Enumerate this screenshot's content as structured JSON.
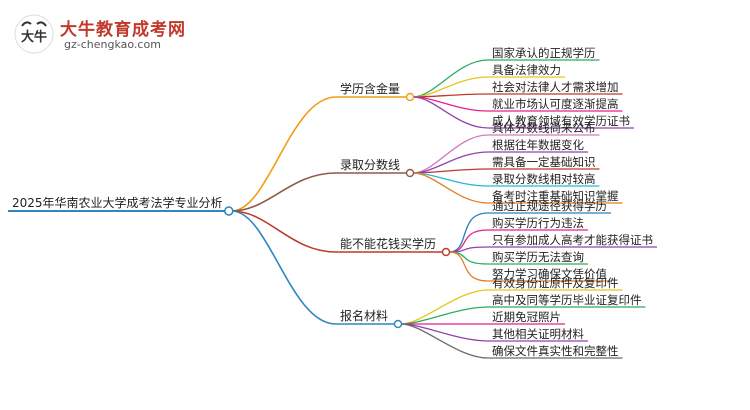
{
  "logo": {
    "site_name": "大牛教育成考网",
    "site_url": "gz-chengkao.com",
    "mascot_text": "大牛",
    "brand_color": "#c0392b"
  },
  "mindmap": {
    "root": "2025年华南农业大学成考法学专业分析",
    "branches": [
      {
        "label": "学历含金量",
        "color": "#f39c12",
        "items": [
          {
            "label": "国家承认的正规学历",
            "color": "#27ae60"
          },
          {
            "label": "具备法律效力",
            "color": "#e6c619"
          },
          {
            "label": "社会对法律人才需求增加",
            "color": "#c0392b"
          },
          {
            "label": "就业市场认可度逐渐提高",
            "color": "#e91e8c"
          },
          {
            "label": "成人教育领域有效学历证书",
            "color": "#8e44ad"
          }
        ]
      },
      {
        "label": "录取分数线",
        "color": "#8e5a4a",
        "items": [
          {
            "label": "具体分数线尚未公布",
            "color": "#d67ac0"
          },
          {
            "label": "根据往年数据变化",
            "color": "#8e44ad"
          },
          {
            "label": "需具备一定基础知识",
            "color": "#c0392b"
          },
          {
            "label": "录取分数线相对较高",
            "color": "#29b6d6"
          },
          {
            "label": "备考时注重基础知识掌握",
            "color": "#e67e22"
          }
        ]
      },
      {
        "label": "能不能花钱买学历",
        "color": "#c0392b",
        "items": [
          {
            "label": "通过正规途径获得学历",
            "color": "#2980b9"
          },
          {
            "label": "购买学历行为违法",
            "color": "#e91e8c"
          },
          {
            "label": "只有参加成人高考才能获得证书",
            "color": "#8e44ad"
          },
          {
            "label": "购买学历无法查询",
            "color": "#27ae60"
          },
          {
            "label": "努力学习确保文凭价值",
            "color": "#e67e22"
          }
        ]
      },
      {
        "label": "报名材料",
        "color": "#2e86c1",
        "items": [
          {
            "label": "有效身份证原件及复印件",
            "color": "#e6c619"
          },
          {
            "label": "高中及同等学历毕业证复印件",
            "color": "#27ae60"
          },
          {
            "label": "近期免冠照片",
            "color": "#e91e8c"
          },
          {
            "label": "其他相关证明材料",
            "color": "#8e44ad"
          },
          {
            "label": "确保文件真实性和完整性",
            "color": "#6b6b6b"
          }
        ]
      }
    ]
  }
}
